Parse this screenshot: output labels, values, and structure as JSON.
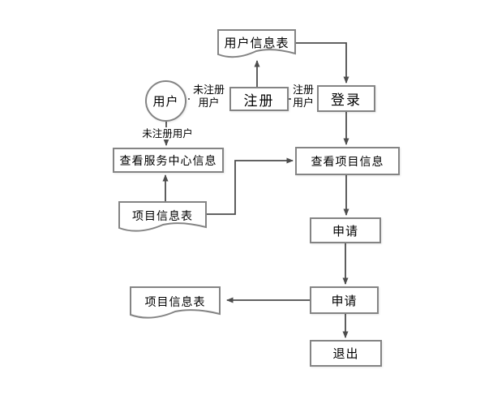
{
  "diagram": {
    "type": "flowchart",
    "nodes": {
      "user_info_table": {
        "label": "用户信息表",
        "shape": "document"
      },
      "user": {
        "label": "用户",
        "shape": "circle"
      },
      "register": {
        "label": "注册",
        "shape": "process"
      },
      "login": {
        "label": "登录",
        "shape": "process"
      },
      "view_service_center_info": {
        "label": "查看服务中心信息",
        "shape": "process"
      },
      "view_project_info": {
        "label": "查看项目信息",
        "shape": "process"
      },
      "project_info_table_1": {
        "label": "项目信息表",
        "shape": "document"
      },
      "apply_1": {
        "label": "申请",
        "shape": "process"
      },
      "project_info_table_2": {
        "label": "项目信息表",
        "shape": "document"
      },
      "apply_2": {
        "label": "申请",
        "shape": "process"
      },
      "exit": {
        "label": "退出",
        "shape": "process"
      }
    },
    "edge_labels": {
      "unregistered_side": {
        "line1": "未注册",
        "line2": "用户"
      },
      "unregistered_below": {
        "text": "未注册用户"
      },
      "registered": {
        "line1": "注册",
        "line2": "用户"
      }
    },
    "colors": {
      "canvas": "#ffffff",
      "connector_line": "#4c4c4c",
      "shape_border": "#848484",
      "text": "#000000"
    }
  }
}
